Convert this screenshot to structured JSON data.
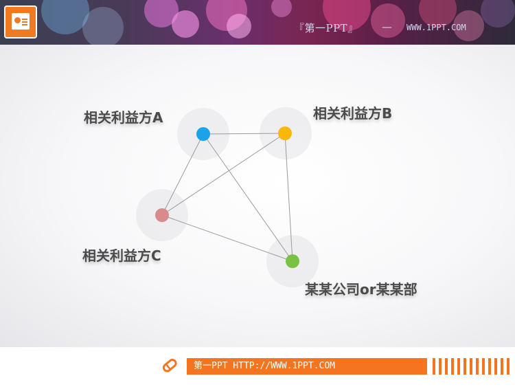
{
  "header": {
    "brand": "『第一PPT』",
    "separator": "—",
    "url": "WWW.1PPT.COM"
  },
  "diagram": {
    "nodes": [
      {
        "id": "A",
        "label": "相关利益方A",
        "color": "#1aa3e8"
      },
      {
        "id": "B",
        "label": "相关利益方B",
        "color": "#f9b707"
      },
      {
        "id": "C",
        "label": "相关利益方C",
        "color": "#d98a8a"
      },
      {
        "id": "D",
        "label": "某某公司or某某部",
        "color": "#7cc242"
      }
    ],
    "edges": [
      [
        "A",
        "B"
      ],
      [
        "A",
        "C"
      ],
      [
        "A",
        "D"
      ],
      [
        "B",
        "C"
      ],
      [
        "B",
        "D"
      ],
      [
        "C",
        "D"
      ]
    ]
  },
  "footer": {
    "text": "第一PPT HTTP://WWW.1PPT.COM",
    "icon": "pen-icon"
  },
  "colors": {
    "accent": "#f5741f",
    "label_text": "#4b4b4b",
    "edge": "#9a9a9a"
  }
}
